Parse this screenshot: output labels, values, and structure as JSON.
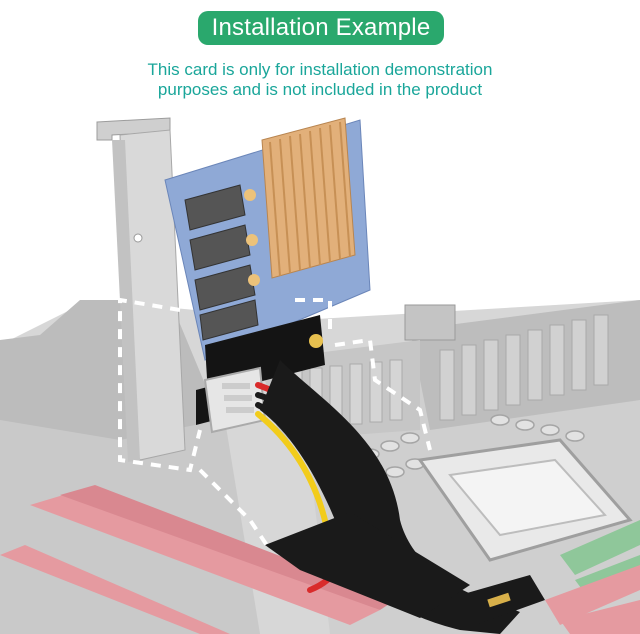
{
  "header": {
    "title": "Installation Example",
    "note_line1": "This card is only for installation demonstration",
    "note_line2": "purposes and is not included in the product"
  },
  "colors": {
    "title_bg": "#2aa86d",
    "note_text": "#1aa69a",
    "heatsink": "#e2b07a",
    "pcb": "#8fa9d6",
    "cable": "#1a1a1a",
    "wire_red": "#d92b2b",
    "wire_yellow": "#f2cc1b",
    "pcie_slot": "#e59aa0",
    "ram_slot": "#8fc79a"
  }
}
